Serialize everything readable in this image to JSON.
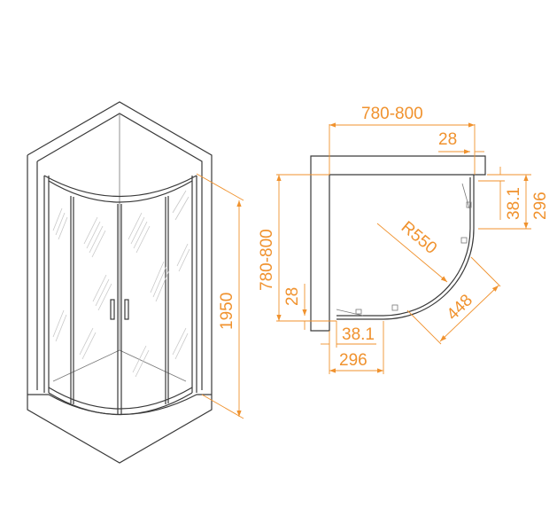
{
  "colors": {
    "dimension": "#f0922e",
    "outline": "#3a3a3a",
    "glass_hatch": "#c8c8c8"
  },
  "elevation": {
    "height_label": "1950"
  },
  "plan": {
    "top_width": "780-800",
    "top_offset": "28",
    "right_gap": "38.1",
    "right_straight": "296",
    "left_depth": "780-800",
    "left_offset": "28",
    "bottom_gap": "38.1",
    "bottom_straight": "296",
    "radius": "R550",
    "entry_width": "448"
  }
}
